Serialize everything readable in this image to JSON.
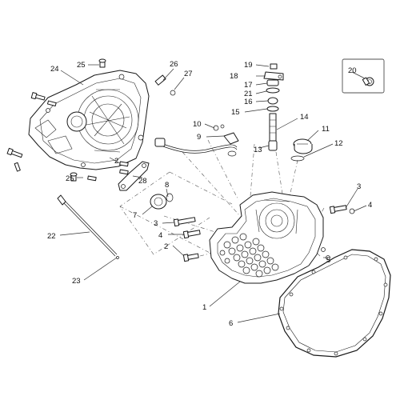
{
  "callouts": {
    "c1": "1",
    "c2a": "2",
    "c2b": "2",
    "c3a": "3",
    "c3b": "3",
    "c4a": "4",
    "c4b": "4",
    "c5": "5",
    "c6": "6",
    "c7": "7",
    "c8": "8",
    "c9": "9",
    "c10": "10",
    "c11": "11",
    "c12": "12",
    "c13": "13",
    "c14": "14",
    "c15": "15",
    "c16": "16",
    "c17": "17",
    "c18": "18",
    "c19": "19",
    "c20": "20",
    "c21": "21",
    "c22": "22",
    "c23": "23",
    "c24": "24",
    "c25a": "25",
    "c25b": "25",
    "c26": "26",
    "c27": "27",
    "c28": "28"
  }
}
